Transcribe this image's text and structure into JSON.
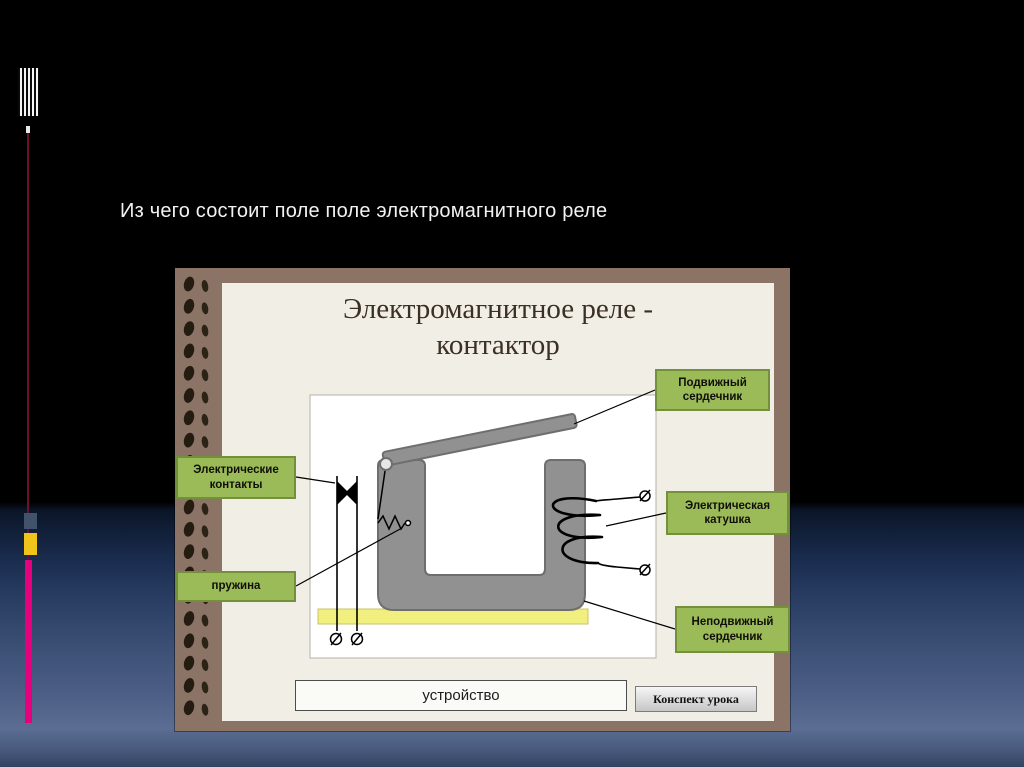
{
  "slide": {
    "question": "Из чего состоит поле поле электромагнитного реле"
  },
  "notebook": {
    "title_line1": "Электромагнитное реле -",
    "title_line2": "контактор",
    "labels": {
      "movable_core": "Подвижный сердечник",
      "contacts": "Электрические контакты",
      "coil": "Электрическая катушка",
      "spring": "пружина",
      "fixed_core": "Неподвижный сердечник"
    },
    "footer_label": "устройство",
    "button_label": "Конспект урока"
  },
  "colors": {
    "label_bg": "#9bba58",
    "label_border": "#75903c",
    "frame_brown": "#8b7365",
    "sheet_cream": "#f1eee6",
    "base_yellow": "#f1ef7d",
    "accent_magenta": "#e6007e",
    "accent_gold": "#f0c41b",
    "accent_slate": "#41526b"
  }
}
